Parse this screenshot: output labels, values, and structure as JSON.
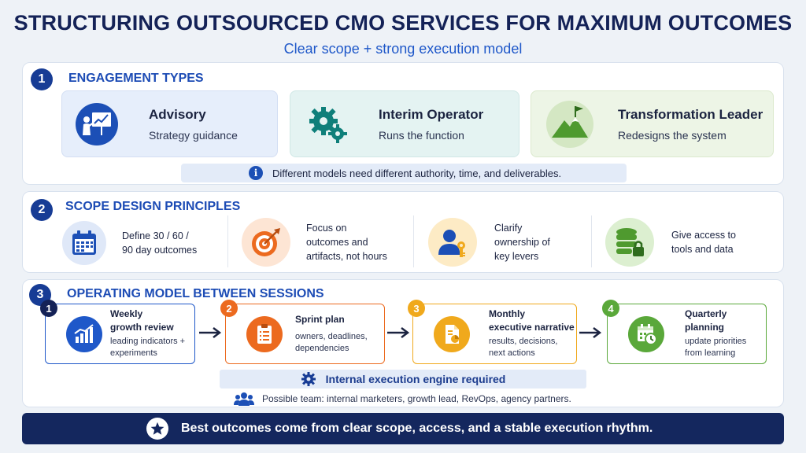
{
  "header": {
    "title": "STRUCTURING OUTSOURCED CMO SERVICES FOR MAXIMUM OUTCOMES",
    "subtitle": "Clear scope + strong execution model"
  },
  "sections": [
    {
      "number": "1",
      "title": "ENGAGEMENT TYPES",
      "cards": [
        {
          "title": "Advisory",
          "desc": "Strategy guidance",
          "icon": "presenter-chart-icon",
          "bg": "#e6eefb"
        },
        {
          "title": "Interim Operator",
          "desc": "Runs the function",
          "icon": "gears-icon",
          "bg": "#e4f3f2"
        },
        {
          "title": "Transformation Leader",
          "desc": "Redesigns the system",
          "icon": "mountain-flag-icon",
          "bg": "#edf5e6"
        }
      ],
      "note": "Different models need different authority, time, and deliverables.",
      "note_icon": "i"
    },
    {
      "number": "2",
      "title": "SCOPE DESIGN PRINCIPLES",
      "principles": [
        {
          "lines": [
            "Define 30 / 60 /",
            "90 day outcomes"
          ],
          "icon": "calendar-icon"
        },
        {
          "lines": [
            "Focus on",
            "outcomes and",
            "artifacts, not hours"
          ],
          "icon": "target-icon"
        },
        {
          "lines": [
            "Clarify",
            "ownership of",
            "key levers"
          ],
          "icon": "person-key-icon"
        },
        {
          "lines": [
            "Give access to",
            "tools and data"
          ],
          "icon": "database-lock-icon"
        }
      ]
    },
    {
      "number": "3",
      "title": "OPERATING MODEL BETWEEN SESSIONS",
      "steps": [
        {
          "num": "1",
          "title": [
            "Weekly",
            "growth review"
          ],
          "desc": [
            "leading indicators +",
            "experiments"
          ],
          "icon": "bar-chart-icon",
          "color": "#1f58c9"
        },
        {
          "num": "2",
          "title": [
            "Sprint plan"
          ],
          "desc": [
            "owners, deadlines,",
            "dependencies"
          ],
          "icon": "clipboard-icon",
          "color": "#ec6a1f"
        },
        {
          "num": "3",
          "title": [
            "Monthly",
            "executive narrative"
          ],
          "desc": [
            "results, decisions,",
            "next actions"
          ],
          "icon": "report-icon",
          "color": "#f0a91c"
        },
        {
          "num": "4",
          "title": [
            "Quarterly",
            "planning"
          ],
          "desc": [
            "update priorities",
            "from learning"
          ],
          "icon": "calendar-clock-icon",
          "color": "#5aa83a"
        }
      ],
      "engine": "Internal execution engine required",
      "team": "Possible team: internal marketers, growth lead, RevOps, agency partners."
    }
  ],
  "footer": "Best outcomes come from clear scope, access, and a stable execution rhythm."
}
